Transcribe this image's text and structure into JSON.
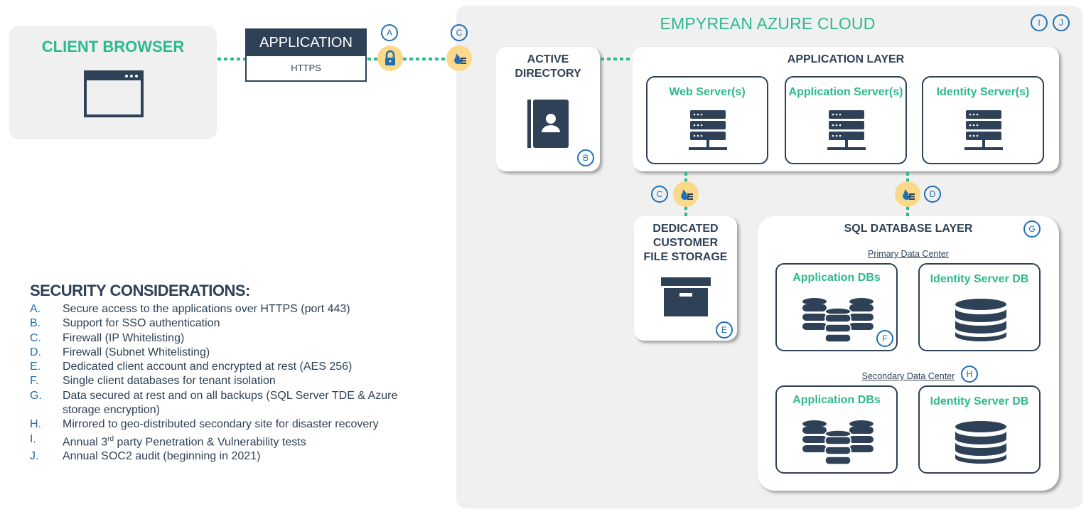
{
  "client_browser": {
    "title": "CLIENT BROWSER"
  },
  "application_box": {
    "title": "APPLICATION",
    "protocol": "HTTPS"
  },
  "cloud": {
    "title": "EMPYREAN AZURE CLOUD"
  },
  "active_directory": {
    "title_line1": "ACTIVE",
    "title_line2": "DIRECTORY"
  },
  "application_layer": {
    "title": "APPLICATION LAYER",
    "servers": [
      "Web Server(s)",
      "Application Server(s)",
      "Identity Server(s)"
    ]
  },
  "file_storage": {
    "line1": "DEDICATED",
    "line2": "CUSTOMER",
    "line3": "FILE STORAGE"
  },
  "sql_layer": {
    "title": "SQL DATABASE LAYER",
    "primary_label": "Primary Data Center",
    "secondary_label": "Secondary Data Center",
    "app_dbs": "Application DBs",
    "identity_db": "Identity Server DB"
  },
  "badges": {
    "a": "A",
    "b": "B",
    "c": "C",
    "d": "D",
    "e": "E",
    "f": "F",
    "g": "G",
    "h": "H",
    "i": "I",
    "j": "J"
  },
  "security": {
    "heading": "SECURITY CONSIDERATIONS:",
    "items": [
      {
        "letter": "A.",
        "text": "Secure access to the applications over HTTPS (port 443)"
      },
      {
        "letter": "B.",
        "text": "Support for SSO authentication"
      },
      {
        "letter": "C.",
        "text": "Firewall (IP Whitelisting)"
      },
      {
        "letter": "D.",
        "text": "Firewall (Subnet Whitelisting)"
      },
      {
        "letter": "E.",
        "text": "Dedicated client account and encrypted at rest (AES 256)"
      },
      {
        "letter": "F.",
        "text": "Single client databases for tenant isolation"
      },
      {
        "letter": "G.",
        "text": "Data secured at rest and on all backups (SQL Server TDE & Azure storage encryption)"
      },
      {
        "letter": "H.",
        "text": "Mirrored to geo-distributed secondary site for disaster recovery"
      },
      {
        "letter": "I.",
        "text_pre": "Annual 3",
        "text_sup": "rd",
        "text_post": " party Penetration & Vulnerability tests"
      },
      {
        "letter": "J.",
        "text": "Annual SOC2 audit (beginning in 2021)"
      }
    ]
  },
  "colors": {
    "accent": "#2cb98e",
    "navy": "#2e4156",
    "badge": "#1f6fb5",
    "firewall": "#fbd98a",
    "panel": "#f0f0f0"
  },
  "icons": [
    "browser-window-icon",
    "lock-icon",
    "firewall-icon",
    "contact-book-icon",
    "server-icon",
    "archive-box-icon",
    "database-cluster-icon",
    "database-icon"
  ]
}
